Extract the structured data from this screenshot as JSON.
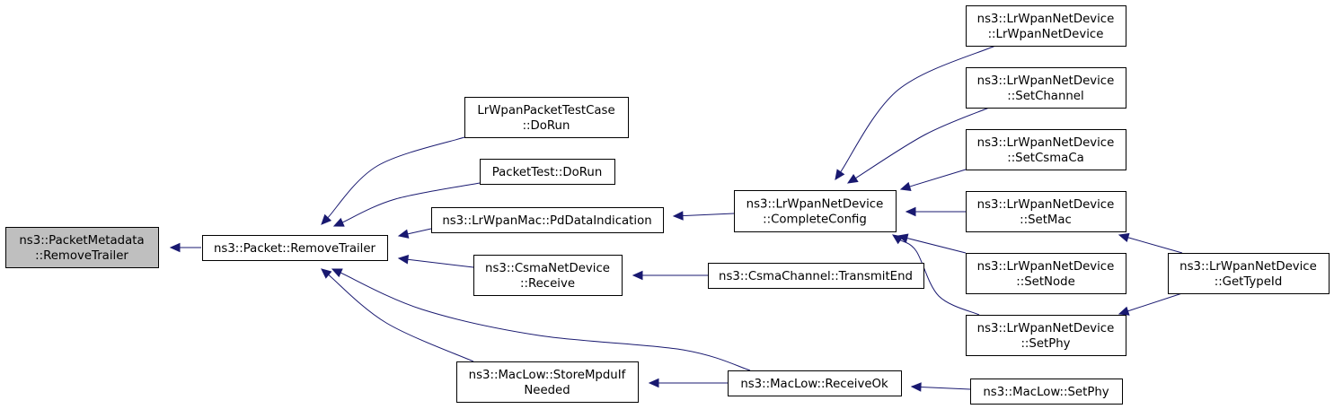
{
  "diagram": {
    "colors": {
      "edge": "#191970",
      "highlighted_node_fill": "#bfbfbf",
      "node_fill": "#ffffff",
      "node_border": "#000000"
    },
    "nodes": [
      {
        "id": "pm_removetrailer",
        "lines": [
          "ns3::PacketMetadata",
          "::RemoveTrailer"
        ],
        "highlighted": true
      },
      {
        "id": "packet_removetrailer",
        "lines": [
          "ns3::Packet::RemoveTrailer"
        ]
      },
      {
        "id": "lrwpan_packet_test_dorun",
        "lines": [
          "LrWpanPacketTestCase",
          "::DoRun"
        ]
      },
      {
        "id": "packet_test_dorun",
        "lines": [
          "PacketTest::DoRun"
        ]
      },
      {
        "id": "lrwpanmac_pddataindication",
        "lines": [
          "ns3::LrWpanMac::PdDataIndication"
        ]
      },
      {
        "id": "csmanetdevice_receive",
        "lines": [
          "ns3::CsmaNetDevice",
          "::Receive"
        ]
      },
      {
        "id": "maclow_storempduif",
        "lines": [
          "ns3::MacLow::StoreMpduIf",
          "Needed"
        ]
      },
      {
        "id": "lrwpan_completeconfig",
        "lines": [
          "ns3::LrWpanNetDevice",
          "::CompleteConfig"
        ]
      },
      {
        "id": "csmachannel_transmitend",
        "lines": [
          "ns3::CsmaChannel::TransmitEnd"
        ]
      },
      {
        "id": "maclow_receiveok",
        "lines": [
          "ns3::MacLow::ReceiveOk"
        ]
      },
      {
        "id": "lrwpan_ctor",
        "lines": [
          "ns3::LrWpanNetDevice",
          "::LrWpanNetDevice"
        ]
      },
      {
        "id": "lrwpan_setchannel",
        "lines": [
          "ns3::LrWpanNetDevice",
          "::SetChannel"
        ]
      },
      {
        "id": "lrwpan_setcsmaca",
        "lines": [
          "ns3::LrWpanNetDevice",
          "::SetCsmaCa"
        ]
      },
      {
        "id": "lrwpan_setmac",
        "lines": [
          "ns3::LrWpanNetDevice",
          "::SetMac"
        ]
      },
      {
        "id": "lrwpan_setnode",
        "lines": [
          "ns3::LrWpanNetDevice",
          "::SetNode"
        ]
      },
      {
        "id": "lrwpan_setphy",
        "lines": [
          "ns3::LrWpanNetDevice",
          "::SetPhy"
        ]
      },
      {
        "id": "maclow_setphy",
        "lines": [
          "ns3::MacLow::SetPhy"
        ]
      },
      {
        "id": "lrwpan_gettypeid",
        "lines": [
          "ns3::LrWpanNetDevice",
          "::GetTypeId"
        ]
      }
    ],
    "edges": [
      {
        "from": "packet_removetrailer",
        "to": "pm_removetrailer"
      },
      {
        "from": "lrwpan_packet_test_dorun",
        "to": "packet_removetrailer"
      },
      {
        "from": "packet_test_dorun",
        "to": "packet_removetrailer"
      },
      {
        "from": "lrwpanmac_pddataindication",
        "to": "packet_removetrailer"
      },
      {
        "from": "csmanetdevice_receive",
        "to": "packet_removetrailer"
      },
      {
        "from": "maclow_storempduif",
        "to": "packet_removetrailer"
      },
      {
        "from": "maclow_receiveok",
        "to": "packet_removetrailer"
      },
      {
        "from": "lrwpan_completeconfig",
        "to": "lrwpanmac_pddataindication"
      },
      {
        "from": "csmachannel_transmitend",
        "to": "csmanetdevice_receive"
      },
      {
        "from": "maclow_receiveok",
        "to": "maclow_storempduif"
      },
      {
        "from": "lrwpan_ctor",
        "to": "lrwpan_completeconfig"
      },
      {
        "from": "lrwpan_setchannel",
        "to": "lrwpan_completeconfig"
      },
      {
        "from": "lrwpan_setcsmaca",
        "to": "lrwpan_completeconfig"
      },
      {
        "from": "lrwpan_setmac",
        "to": "lrwpan_completeconfig"
      },
      {
        "from": "lrwpan_setnode",
        "to": "lrwpan_completeconfig"
      },
      {
        "from": "lrwpan_setphy",
        "to": "lrwpan_completeconfig"
      },
      {
        "from": "maclow_setphy",
        "to": "maclow_receiveok"
      },
      {
        "from": "lrwpan_gettypeid",
        "to": "lrwpan_setmac"
      },
      {
        "from": "lrwpan_gettypeid",
        "to": "lrwpan_setphy"
      }
    ]
  }
}
